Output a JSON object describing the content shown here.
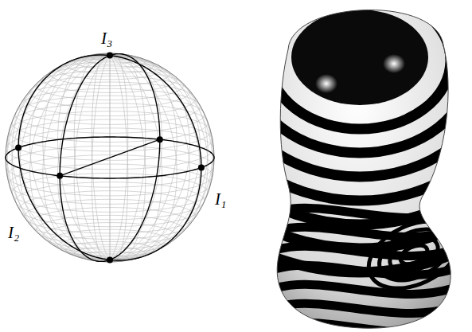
{
  "diagram": {
    "labels": [
      "I₃",
      "I₁",
      "I₂"
    ]
  }
}
